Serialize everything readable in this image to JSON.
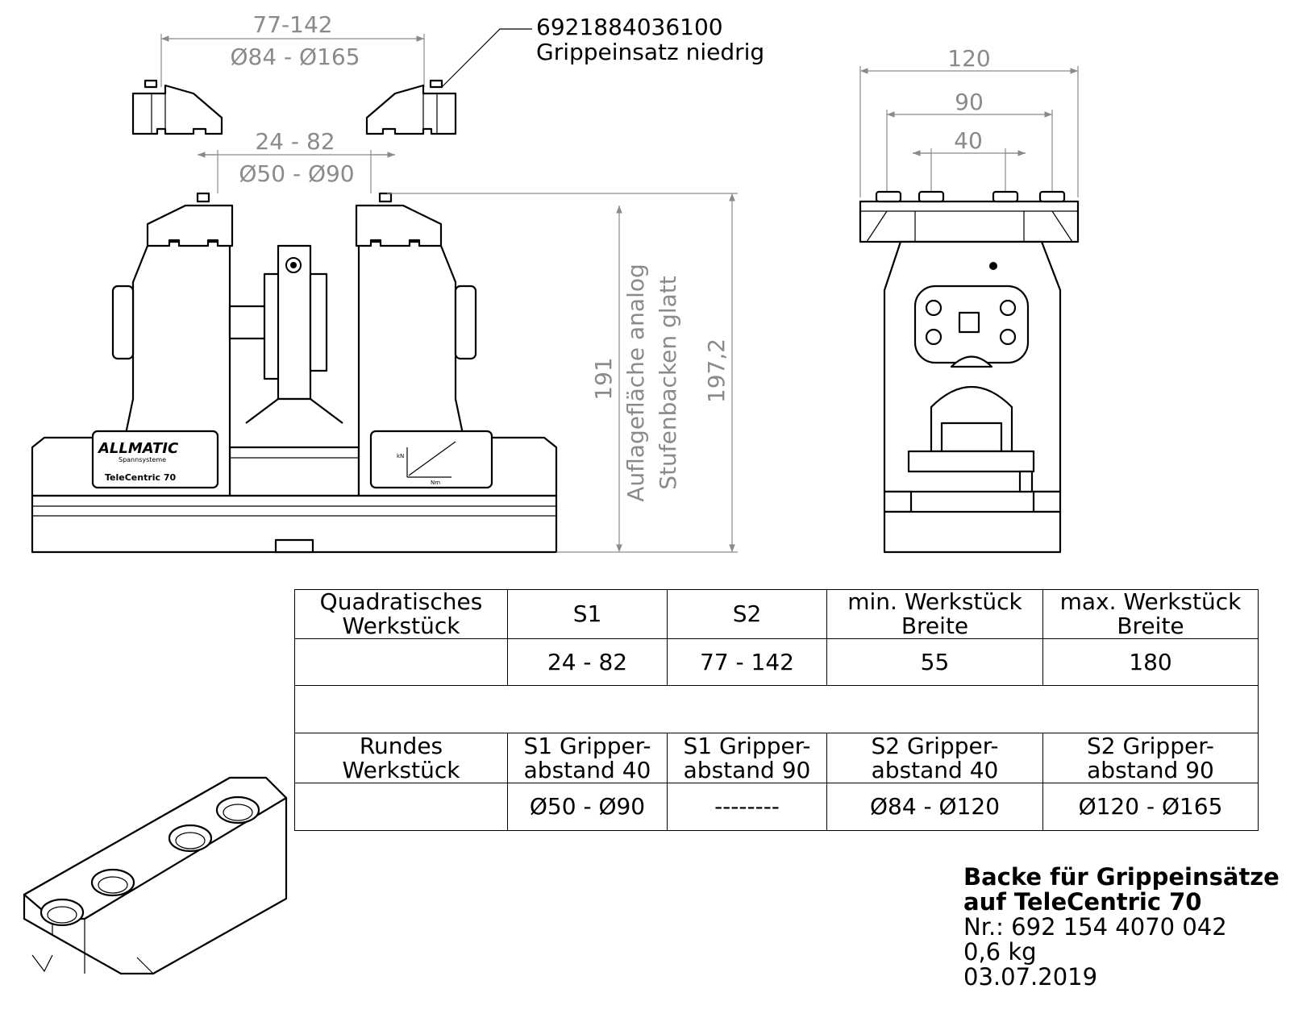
{
  "dimensions": {
    "s2_range": "77-142",
    "s2_diameter": "Ø84 - Ø165",
    "s1_range": "24 - 82",
    "s1_diameter": "Ø50 - Ø90",
    "height_191": "191",
    "height_197": "197,2",
    "note_line1": "Auflagefläche analog",
    "note_line2": "Stufenbacken glatt",
    "side_120": "120",
    "side_90": "90",
    "side_40": "40"
  },
  "callout": {
    "part_number": "6921884036100",
    "part_name": "Grippeinsatz niedrig"
  },
  "plate_labels": {
    "brand": "ALLMATIC",
    "brand_sub": "Spannsysteme",
    "model": "TeleCentric 70",
    "graph_y": "kN",
    "graph_x": "Nm"
  },
  "table": {
    "header_square": [
      "Quadratisches Werkstück",
      "S1",
      "S2",
      "min. Werkstück Breite",
      "max. Werkstück Breite"
    ],
    "row_square": [
      "",
      "24 - 82",
      "77 - 142",
      "55",
      "180"
    ],
    "header_round": [
      "Rundes Werkstück",
      "S1 Gripper-abstand 40",
      "S1 Gripper-abstand 90",
      "S2 Gripper-abstand 40",
      "S2 Gripper-abstand 90"
    ],
    "row_round": [
      "",
      "Ø50 - Ø90",
      "--------",
      "Ø84 - Ø120",
      "Ø120 - Ø165"
    ]
  },
  "titleblock": {
    "title_line1": "Backe für Grippeinsätze",
    "title_line2": "auf TeleCentric 70",
    "number": "Nr.: 692 154 4070 042",
    "weight": "0,6 kg",
    "date": "03.07.2019"
  }
}
